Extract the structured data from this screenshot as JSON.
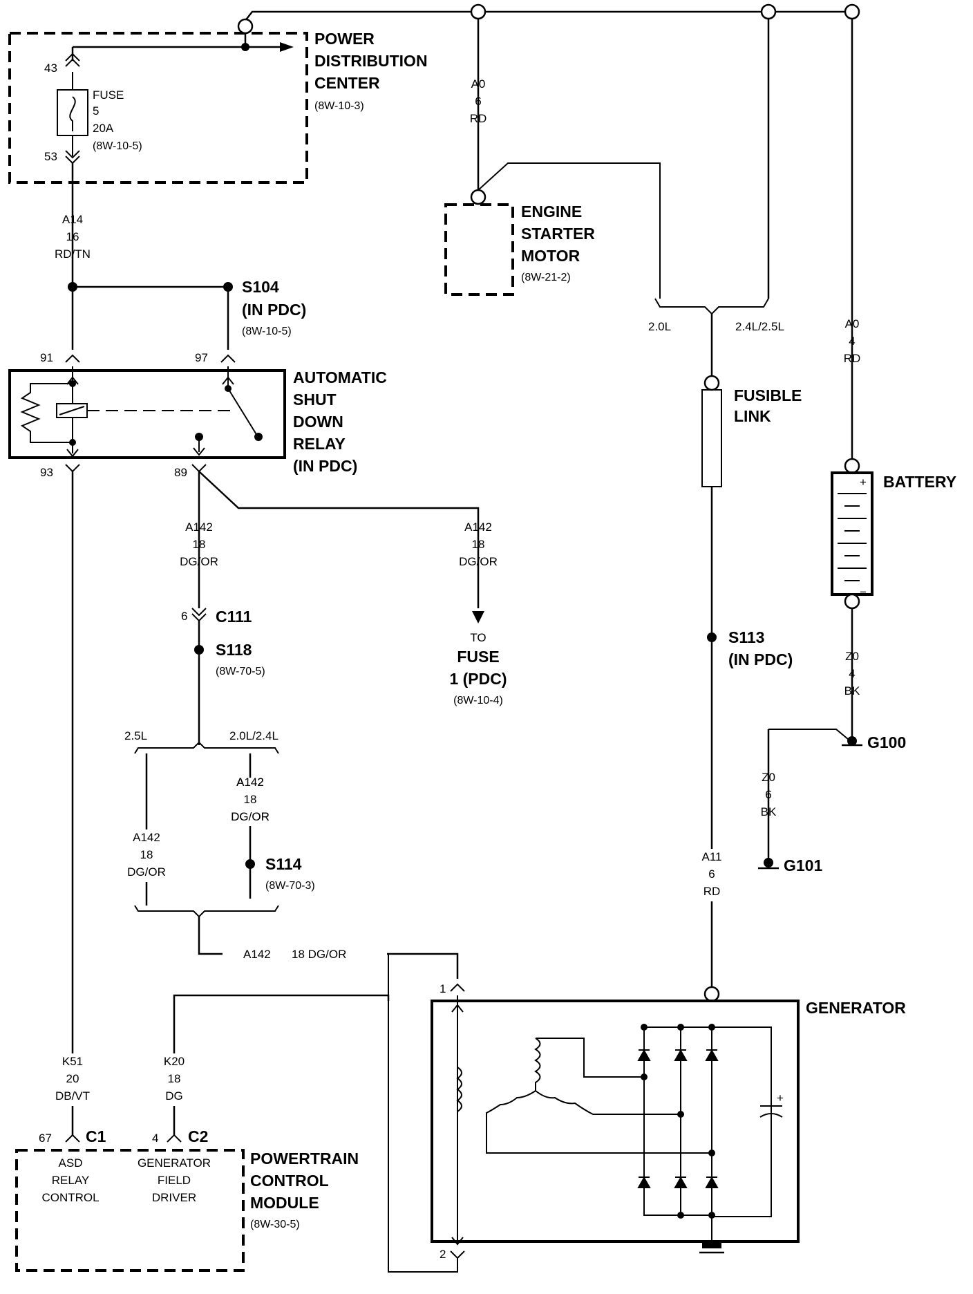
{
  "pdc": {
    "title": [
      "POWER",
      "DISTRIBUTION",
      "CENTER"
    ],
    "ref": "(8W-10-3)",
    "pin_top": "43",
    "pin_bottom": "53",
    "fuse": [
      "FUSE",
      "5",
      "20A",
      "(8W-10-5)"
    ]
  },
  "wire_a14": [
    "A14",
    "16",
    "RD/TN"
  ],
  "s104": {
    "name": "S104",
    "note": "(IN PDC)",
    "ref": "(8W-10-5)"
  },
  "asd_relay": {
    "title": [
      "AUTOMATIC",
      "SHUT",
      "DOWN",
      "RELAY",
      "(IN PDC)"
    ],
    "pins": {
      "p91": "91",
      "p97": "97",
      "p93": "93",
      "p89": "89"
    }
  },
  "wire_a142_left": [
    "A142",
    "18",
    "DG/OR"
  ],
  "wire_a142_right": [
    "A142",
    "18",
    "DG/OR"
  ],
  "to_fuse": {
    "to": "TO",
    "label": [
      "FUSE",
      "1 (PDC)"
    ],
    "ref": "(8W-10-4)"
  },
  "c111": {
    "pin": "6",
    "name": "C111"
  },
  "s118": {
    "name": "S118",
    "ref": "(8W-70-5)"
  },
  "split_mid": {
    "left": "2.5L",
    "right": "2.0L/2.4L"
  },
  "wire_a142_mid_right": [
    "A142",
    "18",
    "DG/OR"
  ],
  "wire_a142_mid_left": [
    "A142",
    "18",
    "DG/OR"
  ],
  "s114": {
    "name": "S114",
    "ref": "(8W-70-3)"
  },
  "wire_a142_bottom": {
    "id": "A142",
    "spec": "18 DG/OR"
  },
  "wire_a0_top": [
    "A0",
    "6",
    "RD"
  ],
  "starter": {
    "title": [
      "ENGINE",
      "STARTER",
      "MOTOR"
    ],
    "ref": "(8W-21-2)"
  },
  "split_right": {
    "left": "2.0L",
    "right": "2.4L/2.5L"
  },
  "fusible_link": [
    "FUSIBLE",
    "LINK"
  ],
  "s113": {
    "name": "S113",
    "note": "(IN PDC)"
  },
  "wire_a11": [
    "A11",
    "6",
    "RD"
  ],
  "wire_a0_battery": [
    "A0",
    "4",
    "RD"
  ],
  "battery": {
    "name": "BATTERY",
    "plus": "+",
    "minus": "−"
  },
  "wire_z0_4": [
    "Z0",
    "4",
    "BK"
  ],
  "g100": "G100",
  "wire_z0_6": [
    "Z0",
    "6",
    "BK"
  ],
  "g101": "G101",
  "generator": {
    "name": "GENERATOR",
    "pin1": "1",
    "pin2": "2",
    "cap_plus": "+"
  },
  "wire_k51": [
    "K51",
    "20",
    "DB/VT"
  ],
  "wire_k20": [
    "K20",
    "18",
    "DG"
  ],
  "pcm": {
    "title": [
      "POWERTRAIN",
      "CONTROL",
      "MODULE"
    ],
    "ref": "(8W-30-5)",
    "c1": {
      "pin": "67",
      "name": "C1",
      "label": [
        "ASD",
        "RELAY",
        "CONTROL"
      ]
    },
    "c2": {
      "pin": "4",
      "name": "C2",
      "label": [
        "GENERATOR",
        "FIELD",
        "DRIVER"
      ]
    }
  }
}
